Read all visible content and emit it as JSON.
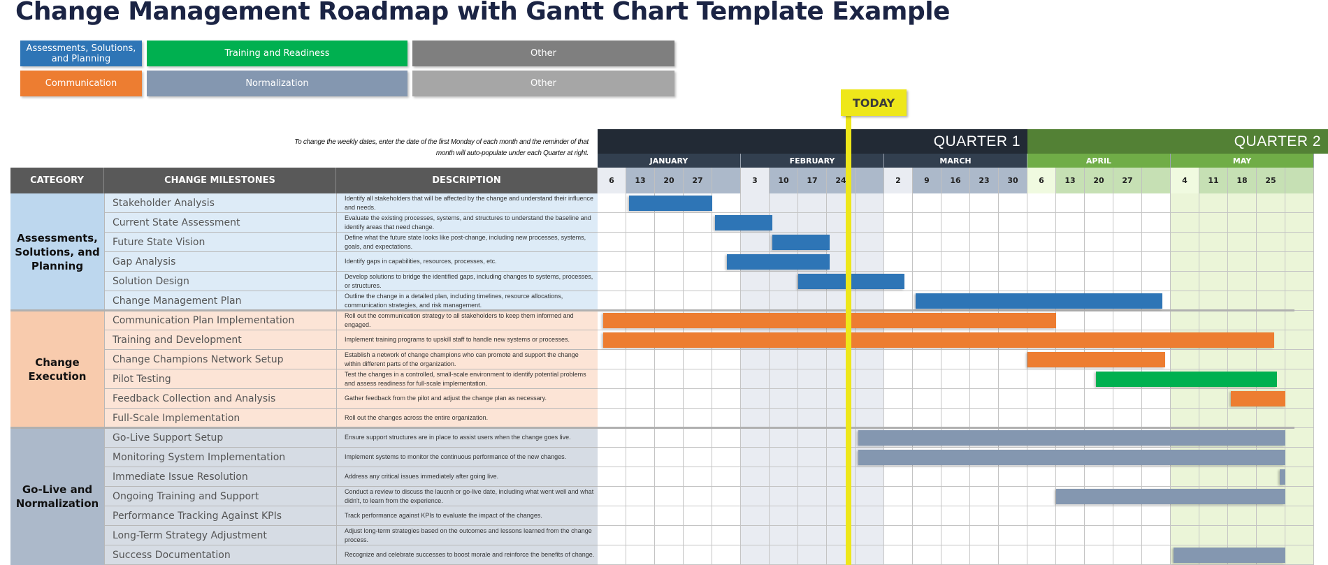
{
  "title": "Change Management Roadmap with Gantt Chart Template Example",
  "legend": [
    {
      "label": "Assessments, Solutions, and Planning",
      "color": "#2e75b6"
    },
    {
      "label": "Training and Readiness",
      "color": "#00b050"
    },
    {
      "label": "Other",
      "color": "#7f7f7f"
    },
    {
      "label": "Communication",
      "color": "#ed7d31"
    },
    {
      "label": "Normalization",
      "color": "#8497b0"
    },
    {
      "label": "Other",
      "color": "#a6a6a6"
    }
  ],
  "note": "To change the weekly dates, enter the date of the first Monday of each month and the reminder of that month will auto-populate under each Quarter at right.",
  "today_label": "TODAY",
  "table_headers": {
    "category": "CATEGORY",
    "milestones": "CHANGE MILESTONES",
    "description": "DESCRIPTION"
  },
  "quarters": [
    {
      "label": "QUARTER 1",
      "color": "#222a35"
    },
    {
      "label": "QUARTER 2",
      "color": "#538135"
    }
  ],
  "months": [
    {
      "label": "JANUARY",
      "weeks": [
        "6",
        "13",
        "20",
        "27",
        ""
      ]
    },
    {
      "label": "FEBRUARY",
      "weeks": [
        "3",
        "10",
        "17",
        "24",
        ""
      ]
    },
    {
      "label": "MARCH",
      "weeks": [
        "2",
        "9",
        "16",
        "23",
        "30"
      ]
    },
    {
      "label": "APRIL",
      "weeks": [
        "6",
        "13",
        "20",
        "27",
        ""
      ]
    },
    {
      "label": "MAY",
      "weeks": [
        "4",
        "11",
        "18",
        "25",
        ""
      ]
    }
  ],
  "categories": [
    {
      "label": "Assessments, Solutions, and Planning",
      "color": "#bdd7ee",
      "rowbg": "#ddebf7"
    },
    {
      "label": "Change Execution",
      "color": "#f8cbad",
      "rowbg": "#fce4d6"
    },
    {
      "label": "Go-Live and Normalization",
      "color": "#acb9ca",
      "rowbg": "#d6dce4"
    }
  ],
  "rows": [
    {
      "milestone": "Stakeholder Analysis",
      "description": "Identify all stakeholders that will be affected by the change and understand their influence and needs."
    },
    {
      "milestone": "Current State Assessment",
      "description": "Evaluate the existing processes, systems, and structures to understand the baseline and identify areas that need change."
    },
    {
      "milestone": "Future State Vision",
      "description": "Define what the future state looks like post-change, including new processes, systems, goals, and expectations."
    },
    {
      "milestone": "Gap Analysis",
      "description": "Identify gaps in capabilities, resources, processes, etc."
    },
    {
      "milestone": "Solution Design",
      "description": "Develop solutions  to bridge the identified gaps, including changes to systems, processes, or structures."
    },
    {
      "milestone": "Change Management Plan",
      "description": "Outline the change in a detailed plan, including timelines, resource allocations, communication strategies, and risk management."
    },
    {
      "milestone": "Communication Plan Implementation",
      "description": "Roll out the communication strategy to all stakeholders to keep them informed and engaged."
    },
    {
      "milestone": "Training and Development",
      "description": "Implement training programs to upskill staff to handle new systems or processes."
    },
    {
      "milestone": "Change Champions Network Setup",
      "description": "Establish a network of change champions who can promote and support the change within different parts of the organization."
    },
    {
      "milestone": "Pilot Testing",
      "description": "Test the changes in a controlled, small-scale environment to identify potential problems and assess readiness for full-scale implementation."
    },
    {
      "milestone": "Feedback Collection and Analysis",
      "description": "Gather feedback from the pilot and adjust the change plan as necessary."
    },
    {
      "milestone": "Full-Scale Implementation",
      "description": "Roll out the changes across the entire organization."
    },
    {
      "milestone": "Go-Live Support Setup",
      "description": "Ensure support structures are in place to assist users when the change goes live."
    },
    {
      "milestone": "Monitoring System Implementation",
      "description": "Implement systems to monitor the continuous performance of the new changes."
    },
    {
      "milestone": "Immediate Issue Resolution",
      "description": "Address any critical issues immediately after going live."
    },
    {
      "milestone": "Ongoing Training and Support",
      "description": "Conduct a review to discuss the laucnh or go-live date, including what went well and what didn't, to learn from the experience."
    },
    {
      "milestone": "Performance Tracking Against KPIs",
      "description": "Track performance against KPIs to evaluate the impact of the changes."
    },
    {
      "milestone": "Long-Term Strategy Adjustment",
      "description": "Adjust long-term strategies based on the outcomes and lessons learned from the change process."
    },
    {
      "milestone": "Success Documentation",
      "description": "Recognize and celebrate successes to boost morale and reinforce the benefits of change."
    }
  ],
  "chart_data": {
    "type": "gantt",
    "title": "Change Management Roadmap with Gantt Chart Template Example",
    "x_unit": "week columns (0 = Jan 6)",
    "today_column": 8.65,
    "tasks": [
      {
        "name": "Stakeholder Analysis",
        "start": 1.1,
        "end": 4.0,
        "color": "#2e75b6"
      },
      {
        "name": "Current State Assessment",
        "start": 4.1,
        "end": 6.1,
        "color": "#2e75b6"
      },
      {
        "name": "Future State Vision",
        "start": 6.1,
        "end": 8.1,
        "color": "#2e75b6"
      },
      {
        "name": "Gap Analysis",
        "start": 4.5,
        "end": 8.1,
        "color": "#2e75b6"
      },
      {
        "name": "Solution Design",
        "start": 7.0,
        "end": 10.7,
        "color": "#2e75b6"
      },
      {
        "name": "Change Management Plan",
        "start": 11.1,
        "end": 19.7,
        "color": "#2e75b6"
      },
      {
        "name": "Communication Plan Implementation",
        "start": 0.2,
        "end": 16.0,
        "color": "#ed7d31"
      },
      {
        "name": "Training and Development",
        "start": 0.2,
        "end": 23.6,
        "color": "#ed7d31"
      },
      {
        "name": "Change Champions Network Setup",
        "start": 15.0,
        "end": 19.8,
        "color": "#ed7d31"
      },
      {
        "name": "Pilot Testing",
        "start": 17.4,
        "end": 23.7,
        "color": "#00b050"
      },
      {
        "name": "Feedback Collection and Analysis",
        "start": 22.1,
        "end": 24.0,
        "color": "#ed7d31"
      },
      {
        "name": "Full-Scale Implementation",
        "start": null,
        "end": null,
        "color": "#ed7d31"
      },
      {
        "name": "Go-Live Support Setup",
        "start": 9.1,
        "end": 24.0,
        "color": "#8497b0"
      },
      {
        "name": "Monitoring System Implementation",
        "start": 9.1,
        "end": 24.0,
        "color": "#8497b0"
      },
      {
        "name": "Immediate Issue Resolution",
        "start": 23.8,
        "end": 24.0,
        "color": "#8497b0"
      },
      {
        "name": "Ongoing Training and Support",
        "start": 16.0,
        "end": 24.0,
        "color": "#8497b0"
      },
      {
        "name": "Performance Tracking Against KPIs",
        "start": null,
        "end": null,
        "color": "#8497b0"
      },
      {
        "name": "Long-Term Strategy Adjustment",
        "start": null,
        "end": null,
        "color": "#8497b0"
      },
      {
        "name": "Success Documentation",
        "start": 20.1,
        "end": 24.0,
        "color": "#8497b0"
      }
    ],
    "months": [
      "JANUARY",
      "FEBRUARY",
      "MARCH",
      "APRIL",
      "MAY"
    ],
    "quarters": [
      "QUARTER 1",
      "QUARTER 2"
    ]
  }
}
